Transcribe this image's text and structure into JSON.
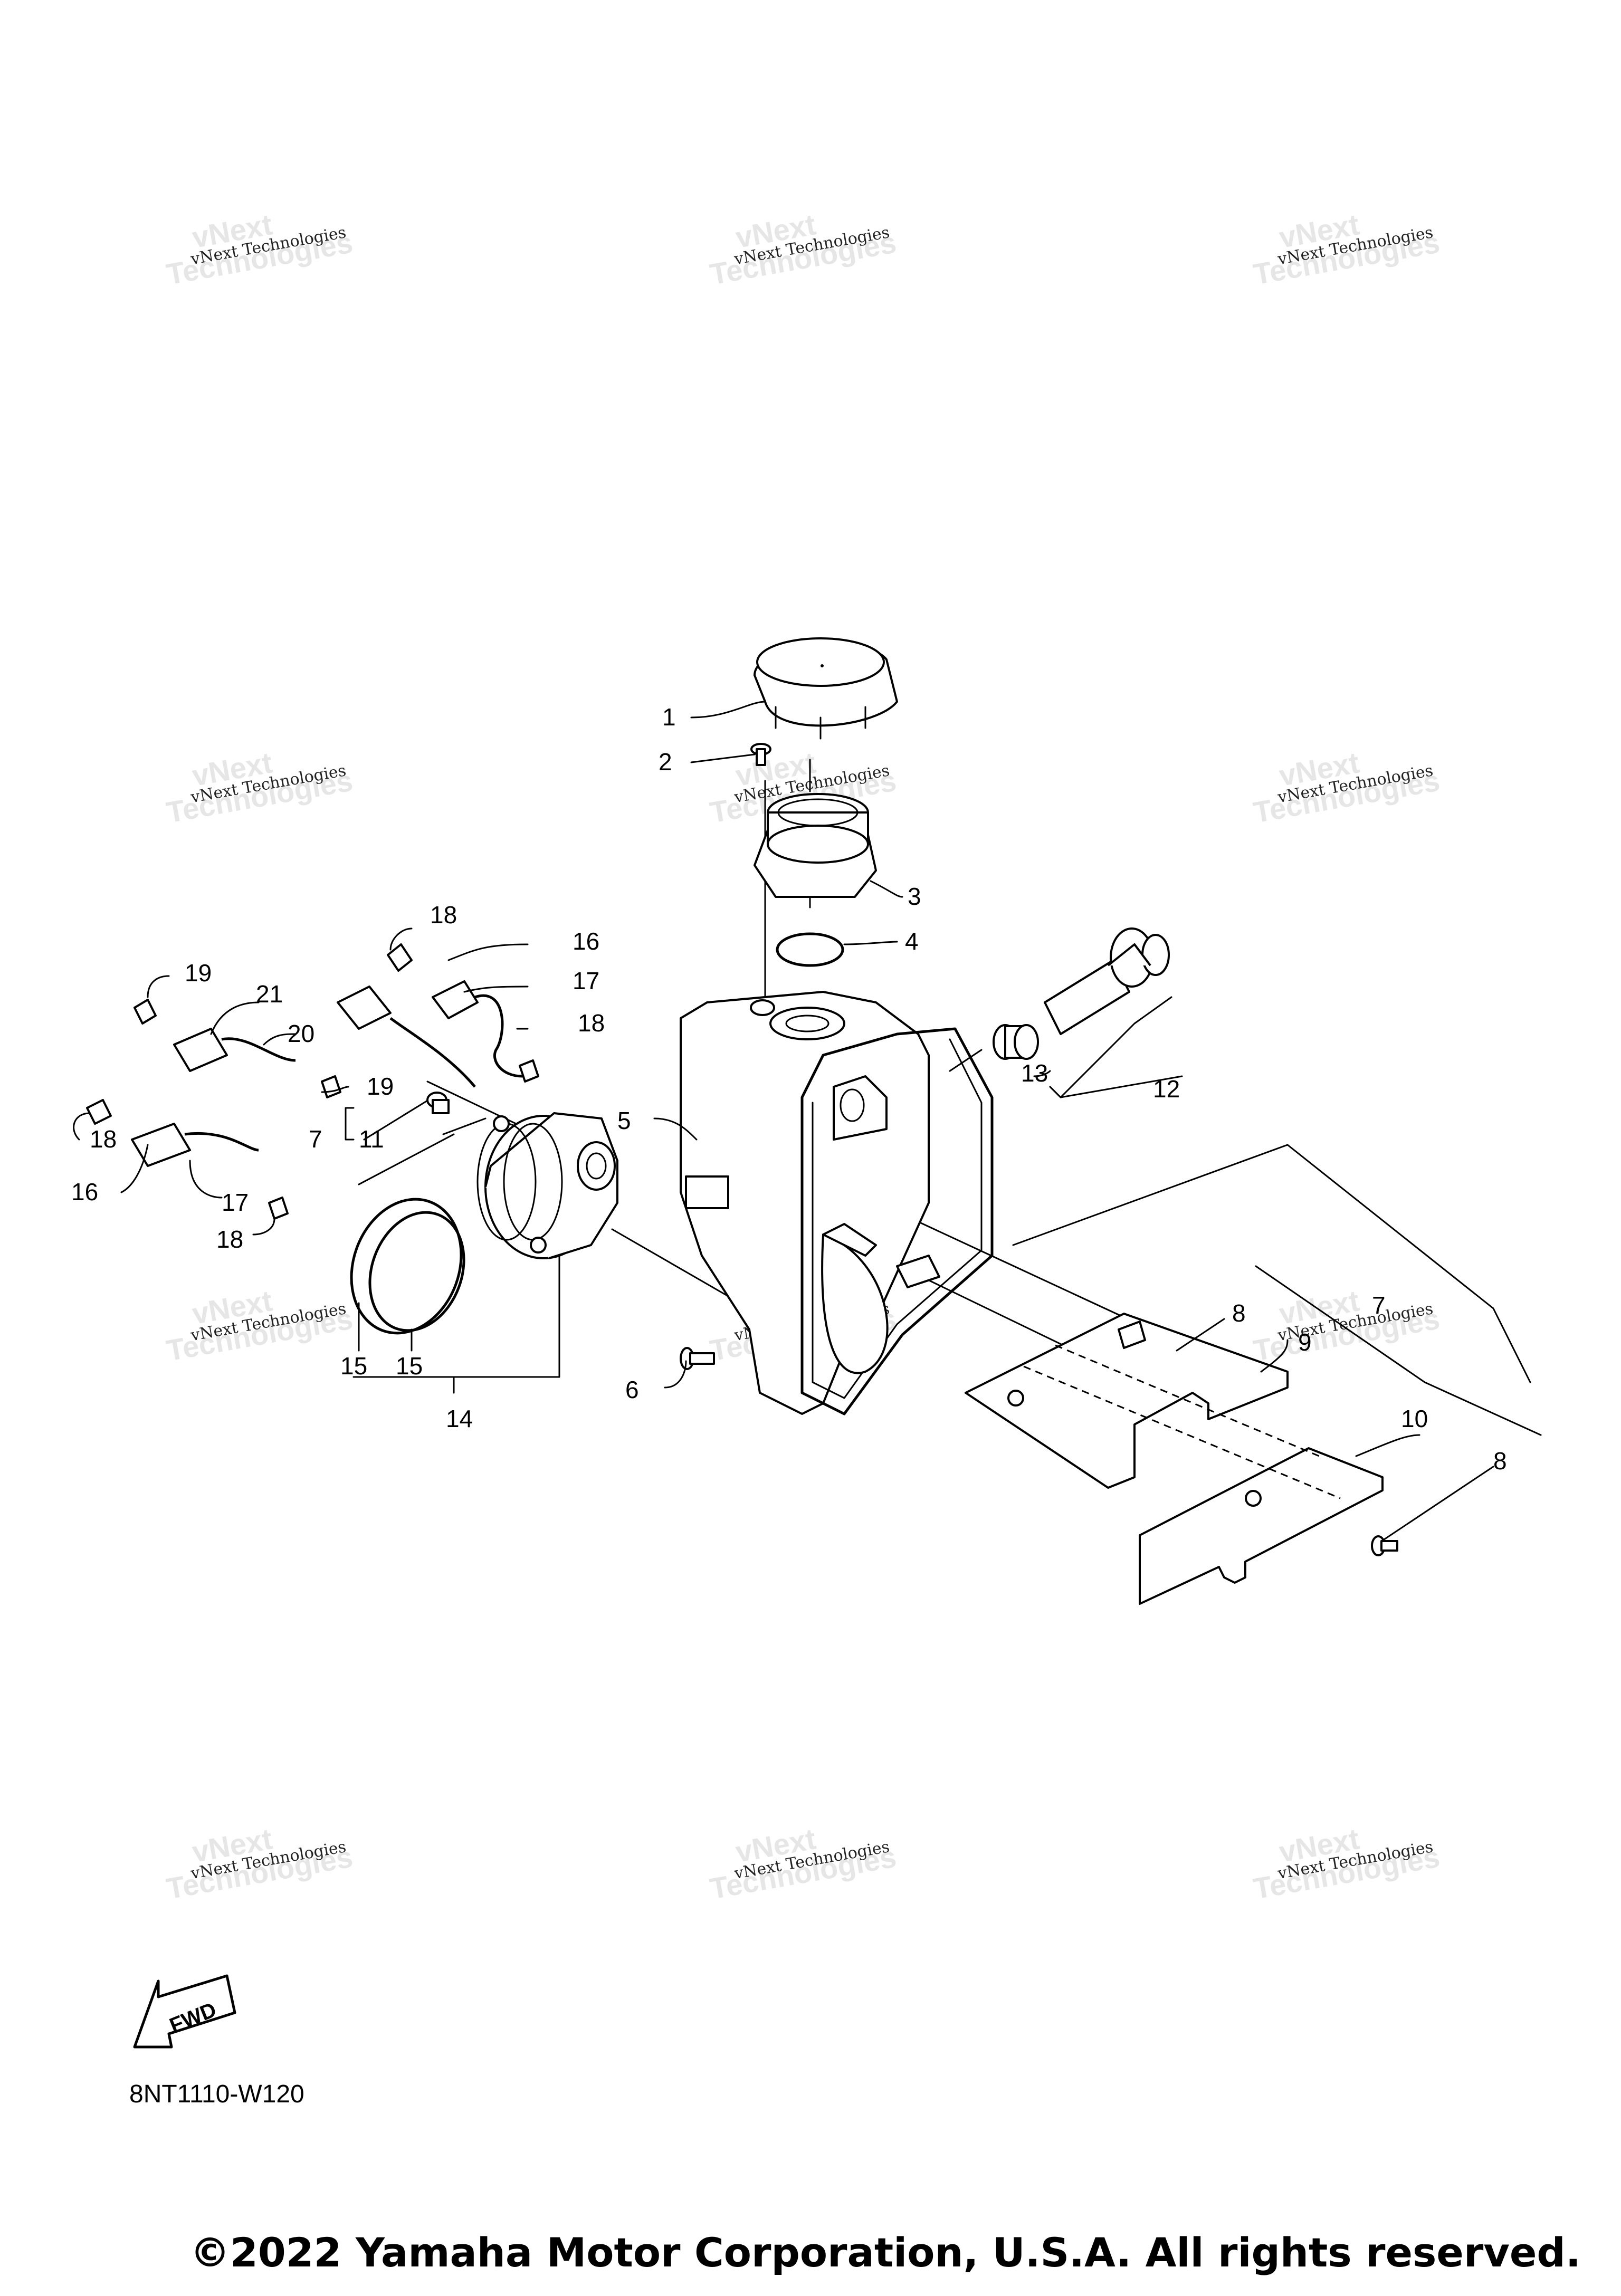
{
  "watermark": {
    "line1": "vNext Technologies",
    "line2a": "vNext",
    "line2b": "Technologies"
  },
  "callouts": {
    "c1": "1",
    "c2": "2",
    "c3": "3",
    "c4": "4",
    "c5": "5",
    "c6": "6",
    "c7a": "7",
    "c7b": "7",
    "c8a": "8",
    "c8b": "8",
    "c9": "9",
    "c10": "10",
    "c11": "11",
    "c12": "12",
    "c13": "13",
    "c14": "14",
    "c15a": "15",
    "c15b": "15",
    "c16a": "16",
    "c16b": "16",
    "c17a": "17",
    "c17b": "17",
    "c18a": "18",
    "c18b": "18",
    "c18c": "18",
    "c18d": "18",
    "c19a": "19",
    "c19b": "19",
    "c20": "20",
    "c21": "21"
  },
  "fwd_label": "FWD",
  "diagram_code": "8NT1110-W120",
  "copyright": "©2022 Yamaha Motor Corporation, U.S.A. All rights reserved."
}
